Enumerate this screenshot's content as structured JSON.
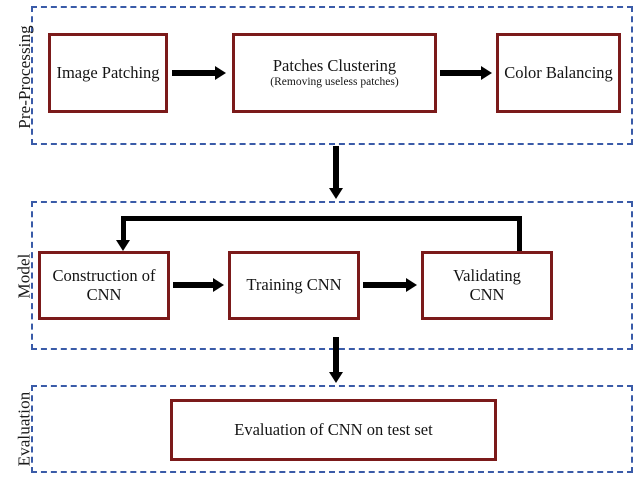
{
  "figure": {
    "type": "flowchart",
    "orientation": "vertical-stages",
    "accent_box_border_color": "#7B1A1A",
    "stage_border_color": "#3A5BA8",
    "arrow_color": "#000000",
    "background_color": "#FFFFFF"
  },
  "stages": [
    {
      "id": "pre-processing",
      "label": "Pre-Processing",
      "boxes": [
        {
          "id": "image-patching",
          "title": "Image Patching",
          "subtitle": ""
        },
        {
          "id": "patches-clustering",
          "title": "Patches Clustering",
          "subtitle": "(Removing useless patches)"
        },
        {
          "id": "color-balancing",
          "title": "Color Balancing",
          "subtitle": ""
        }
      ]
    },
    {
      "id": "model",
      "label": "Model",
      "boxes": [
        {
          "id": "construction-of-cnn",
          "title": "Construction of\nCNN",
          "subtitle": ""
        },
        {
          "id": "training-cnn",
          "title": "Training CNN",
          "subtitle": ""
        },
        {
          "id": "validating-cnn",
          "title": "Validating\nCNN",
          "subtitle": ""
        }
      ]
    },
    {
      "id": "evaluation",
      "label": "Evaluation",
      "boxes": [
        {
          "id": "evaluation-of-cnn-on-test-set",
          "title": "Evaluation of CNN on test set",
          "subtitle": ""
        }
      ]
    }
  ],
  "connectors": [
    {
      "id": "patching-to-clustering",
      "from": "image-patching",
      "to": "patches-clustering",
      "kind": "arrow-right"
    },
    {
      "id": "clustering-to-balancing",
      "from": "patches-clustering",
      "to": "color-balancing",
      "kind": "arrow-right"
    },
    {
      "id": "preprocessing-to-model",
      "from": "pre-processing",
      "to": "model",
      "kind": "arrow-down"
    },
    {
      "id": "construction-to-training",
      "from": "construction-of-cnn",
      "to": "training-cnn",
      "kind": "arrow-right"
    },
    {
      "id": "training-to-validating",
      "from": "training-cnn",
      "to": "validating-cnn",
      "kind": "arrow-right"
    },
    {
      "id": "validating-feedback-to-construction",
      "from": "validating-cnn",
      "to": "construction-of-cnn",
      "kind": "feedback-loop-down"
    },
    {
      "id": "model-to-evaluation",
      "from": "model",
      "to": "evaluation",
      "kind": "arrow-down"
    }
  ]
}
